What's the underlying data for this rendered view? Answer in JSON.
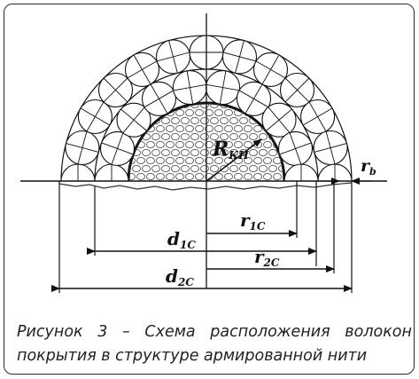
{
  "diagram": {
    "labels": {
      "inner_radius": "R",
      "inner_radius_sub": "КН",
      "fiber_radius": "r",
      "fiber_radius_sub": "b",
      "r1": "r",
      "r1_sub": "1С",
      "d1": "d",
      "d1_sub": "1С",
      "r2": "r",
      "r2_sub": "2С",
      "d2": "d",
      "d2_sub": "2С"
    }
  },
  "caption": {
    "words": [
      "Рисунок",
      "3",
      "–",
      "Схема",
      "расположения",
      "волокон"
    ],
    "line2": "покрытия в структуре армированной нити"
  }
}
